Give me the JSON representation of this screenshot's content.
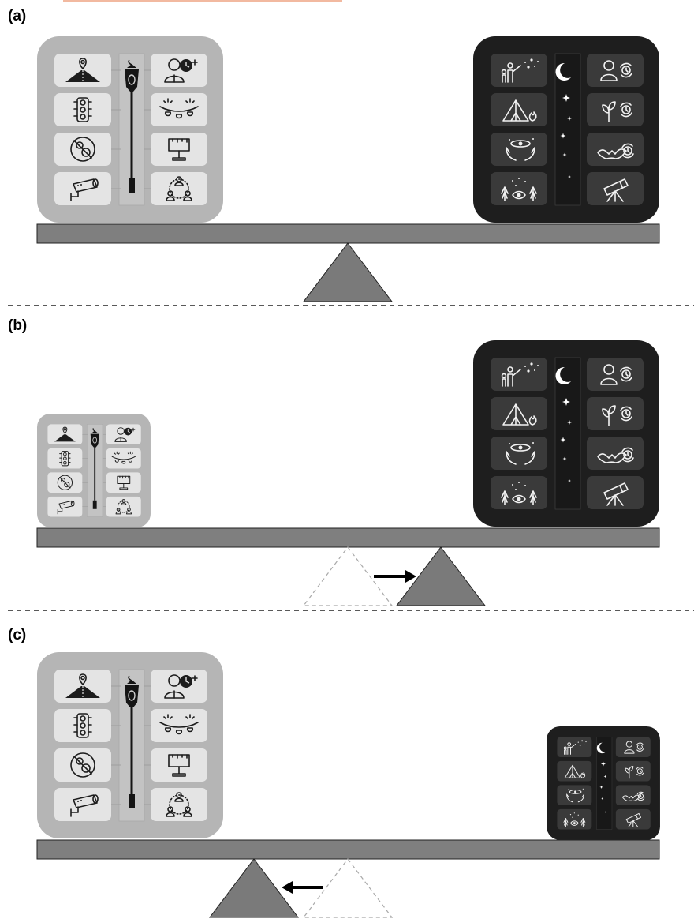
{
  "panels": [
    {
      "label": "(a)",
      "state": "balanced"
    },
    {
      "label": "(b)",
      "state": "fulcrum-shifted-right"
    },
    {
      "label": "(c)",
      "state": "fulcrum-shifted-left"
    }
  ],
  "colors": {
    "light_box": "#b5b5b5",
    "light_tile": "#e4e4e4",
    "light_pole": "#c3c3c3",
    "dark_box": "#1e1e1e",
    "dark_tile": "#3a3a3a",
    "dark_strip": "#181818",
    "beam": "#7f7f7f",
    "fulcrum": "#7a7a7a",
    "ghost": "#a9a9a9",
    "arrow": "#000000"
  },
  "light_icons": [
    "road-pin-icon",
    "traffic-light-icon",
    "no-stars-icon",
    "security-camera-icon",
    "person-clock-icon",
    "string-lights-icon",
    "billboard-icon",
    "community-icon"
  ],
  "dark_icons": [
    "stargazing-family-icon",
    "camping-icon",
    "galaxy-hands-icon",
    "forest-eye-icon",
    "person-cycle-icon",
    "plant-cycle-icon",
    "bat-cycle-icon",
    "telescope-icon"
  ]
}
